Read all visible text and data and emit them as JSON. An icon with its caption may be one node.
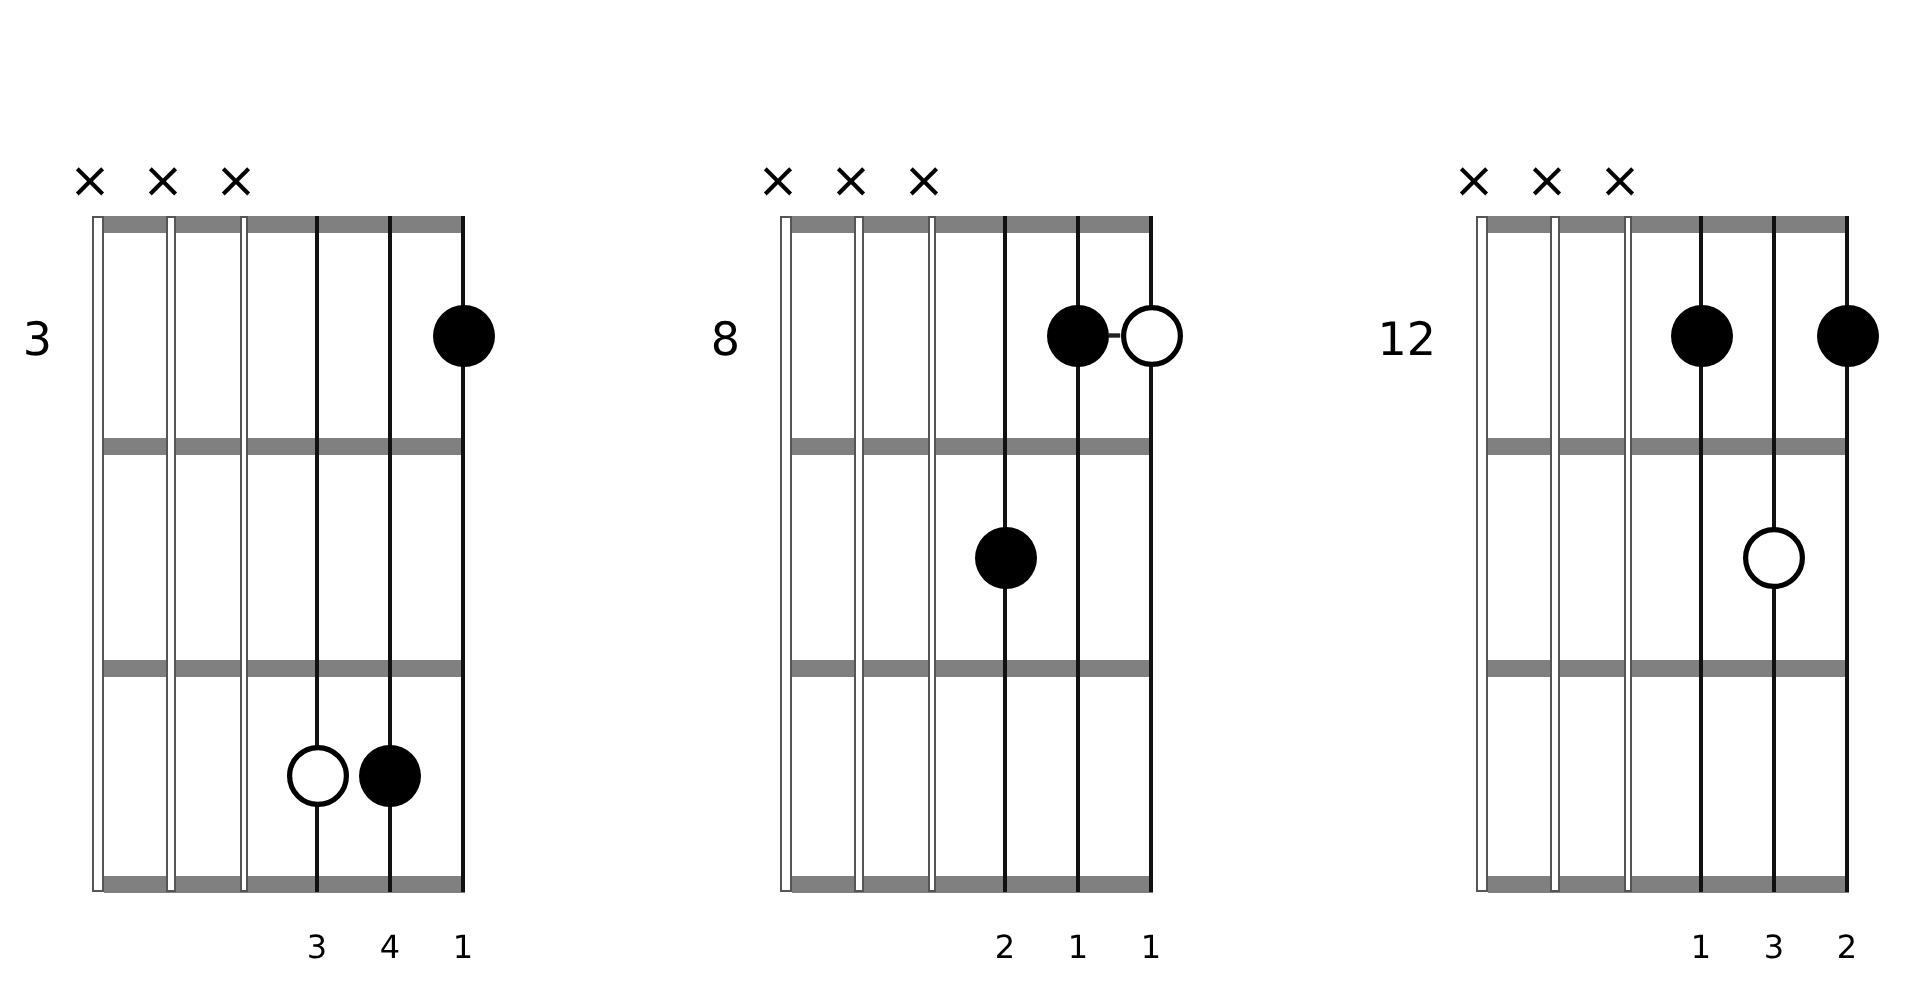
{
  "diagram": {
    "nodes": [
      {
        "text": [],
        "shape": "grid",
        "beside": [
          "3"
        ]
      },
      {
        "text": [],
        "shape": "dot",
        "in": 0
      },
      {
        "text": [],
        "shape": "circle",
        "in": 0
      },
      {
        "text": [],
        "shape": "dot",
        "in": 0
      },
      {
        "text": [],
        "shape": "grid",
        "beside": [
          "8"
        ]
      },
      {
        "text": [],
        "shape": "dot",
        "in": 4
      },
      {
        "text": [],
        "shape": "circle",
        "in": 4
      },
      {
        "text": [],
        "shape": "dot",
        "in": 4
      },
      {
        "text": [],
        "shape": "grid",
        "beside": [
          "12"
        ]
      },
      {
        "text": [],
        "shape": "dot",
        "in": 8
      },
      {
        "text": [],
        "shape": "dot",
        "in": 8
      },
      {
        "text": [],
        "shape": "circle",
        "in": 8
      }
    ],
    "edges": [
      {
        "from": 5,
        "to": 6,
        "arrow": "none"
      }
    ],
    "labels": [
      "×",
      "×",
      "×",
      "×",
      "×",
      "×",
      "×",
      "×",
      "×",
      "3",
      "4",
      "1",
      "2",
      "1",
      "1",
      "1",
      "3",
      "2"
    ]
  }
}
